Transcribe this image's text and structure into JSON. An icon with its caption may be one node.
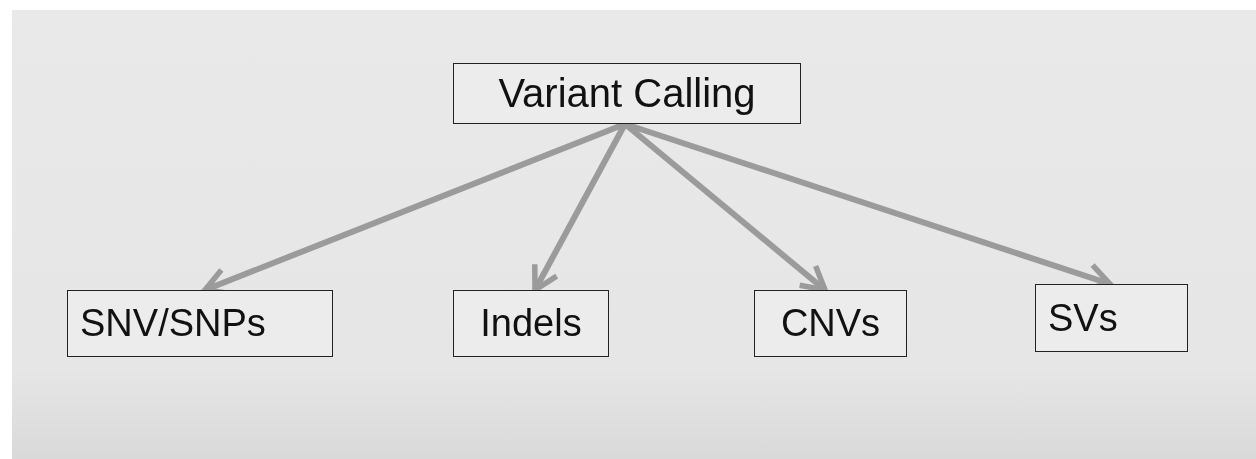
{
  "diagram": {
    "nodes": [
      {
        "text": [
          "Variant Calling"
        ]
      },
      {
        "text": [
          "SNV/SNPs"
        ]
      },
      {
        "text": [
          "Indels"
        ]
      },
      {
        "text": [
          "CNVs"
        ]
      },
      {
        "text": [
          "SVs"
        ]
      }
    ],
    "edges": [
      {
        "from": 0,
        "to": 1,
        "arrow": "to"
      },
      {
        "from": 0,
        "to": 2,
        "arrow": "to"
      },
      {
        "from": 0,
        "to": 3,
        "arrow": "to"
      },
      {
        "from": 0,
        "to": 4,
        "arrow": "to"
      }
    ]
  }
}
